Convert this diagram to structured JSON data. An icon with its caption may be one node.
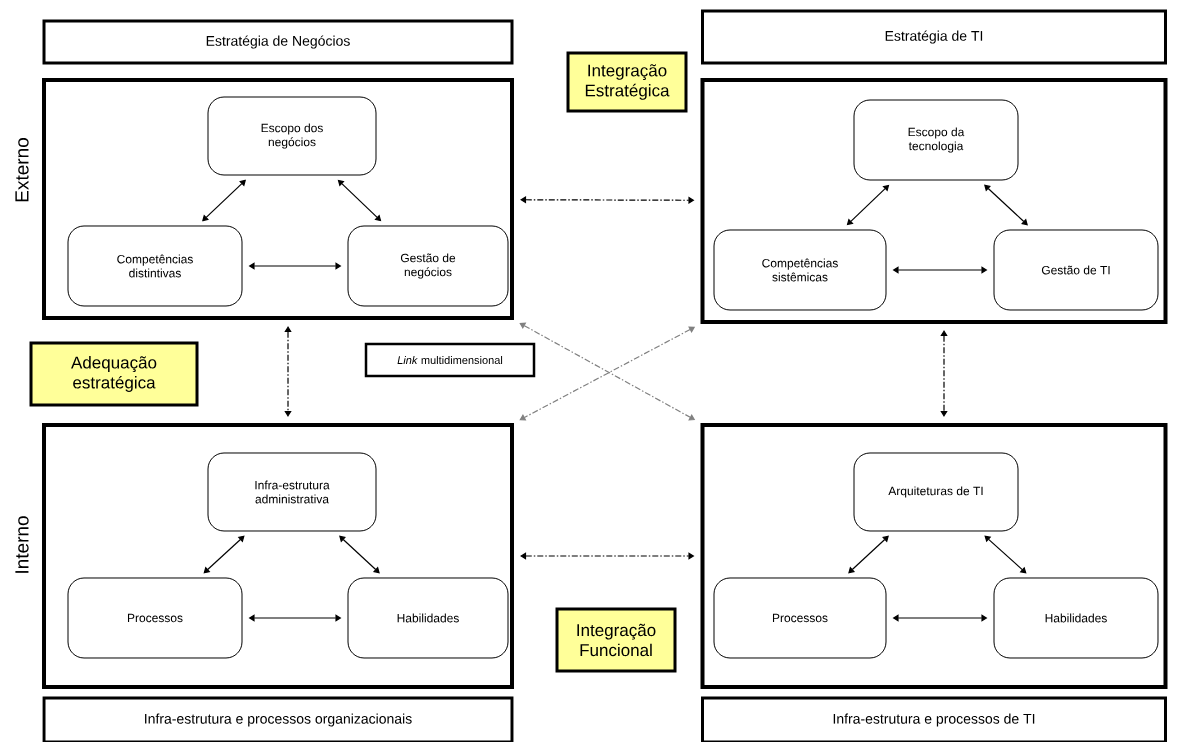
{
  "diagram": {
    "nodes": [
      {
        "text": [
          "Estratégia de Negócios"
        ]
      },
      {
        "text": [
          "Integração Estratégica"
        ]
      },
      {
        "text": [
          "Estratégia de TI"
        ]
      },
      {
        "text": [],
        "shape": "box"
      },
      {
        "text": [
          "Escopo dos negócios"
        ],
        "in": 3
      },
      {
        "text": [
          "Competências distintivas"
        ],
        "in": 3
      },
      {
        "text": [
          "Gestão de negócios"
        ],
        "in": 3
      },
      {
        "text": [],
        "shape": "box"
      },
      {
        "text": [
          "Escopo da tecnologia"
        ],
        "in": 7
      },
      {
        "text": [
          "Competências sistêmicas"
        ],
        "in": 7
      },
      {
        "text": [
          "Gestão de TI"
        ],
        "in": 7
      },
      {
        "text": [
          "Adequação estratégica"
        ]
      },
      {
        "text": [
          "*Link* multidimensional"
        ]
      },
      {
        "text": [],
        "shape": "box"
      },
      {
        "text": [
          "Infra-estrutura administrativa"
        ],
        "in": 13
      },
      {
        "text": [
          "Processos"
        ],
        "in": 13
      },
      {
        "text": [
          "Habilidades"
        ],
        "in": 13
      },
      {
        "text": [],
        "shape": "box"
      },
      {
        "text": [
          "Arquiteturas de TI"
        ],
        "in": 17
      },
      {
        "text": [
          "Processos"
        ],
        "in": 17
      },
      {
        "text": [
          "Habilidades"
        ],
        "in": 17
      },
      {
        "text": [
          "Integração Funcional"
        ]
      },
      {
        "text": [
          "Infra-estrutura e processos organizacionais"
        ]
      },
      {
        "text": [
          "Infra-estrutura e processos de TI"
        ]
      }
    ],
    "edges": [
      {
        "from": 4,
        "to": 5,
        "arrow": "both"
      },
      {
        "from": 4,
        "to": 6,
        "arrow": "both"
      },
      {
        "from": 5,
        "to": 6,
        "arrow": "both"
      },
      {
        "from": 8,
        "to": 9,
        "arrow": "both"
      },
      {
        "from": 8,
        "to": 10,
        "arrow": "both"
      },
      {
        "from": 9,
        "to": 10,
        "arrow": "both"
      },
      {
        "from": 14,
        "to": 15,
        "arrow": "both"
      },
      {
        "from": 14,
        "to": 16,
        "arrow": "both"
      },
      {
        "from": 15,
        "to": 16,
        "arrow": "both"
      },
      {
        "from": 18,
        "to": 19,
        "arrow": "both"
      },
      {
        "from": 18,
        "to": 20,
        "arrow": "both"
      },
      {
        "from": 19,
        "to": 20,
        "arrow": "both"
      },
      {
        "from": 3,
        "to": 7,
        "arrow": "both",
        "style": "dashed"
      },
      {
        "from": 3,
        "to": 17,
        "arrow": "both",
        "style": "dashed",
        "color": "#808080"
      },
      {
        "from": 7,
        "to": 13,
        "arrow": "both",
        "style": "dashed",
        "color": "#808080"
      },
      {
        "from": 3,
        "to": 13,
        "arrow": "both",
        "style": "dashed"
      },
      {
        "from": 7,
        "to": 17,
        "arrow": "both",
        "style": "dashed"
      },
      {
        "from": 13,
        "to": 17,
        "arrow": "both",
        "style": "dashed"
      }
    ],
    "labels": [
      "Externo",
      "Interno"
    ]
  }
}
